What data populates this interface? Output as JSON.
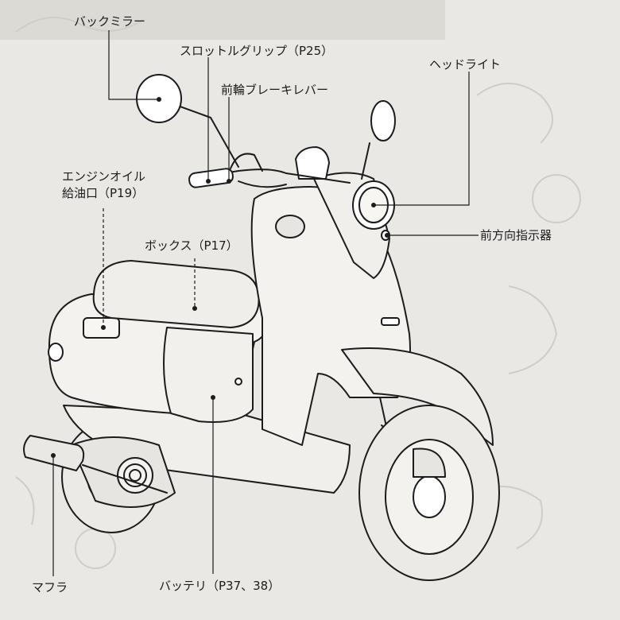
{
  "labels": {
    "mirror": "バックミラー",
    "throttle": "スロットルグリップ（P25）",
    "front_brake": "前輪ブレーキレバー",
    "headlight": "ヘッドライト",
    "oil_line1": "エンジンオイル",
    "oil_line2": "給油口（P19）",
    "box": "ボックス（P17）",
    "turn_signal": "前方向指示器",
    "muffler": "マフラ",
    "battery": "バッテリ（P37、38）"
  },
  "colors": {
    "background": "#e9e8e4",
    "line": "#1c1c1c",
    "watermark": "#cfcdc8"
  },
  "illustration": "scooter-line-drawing"
}
